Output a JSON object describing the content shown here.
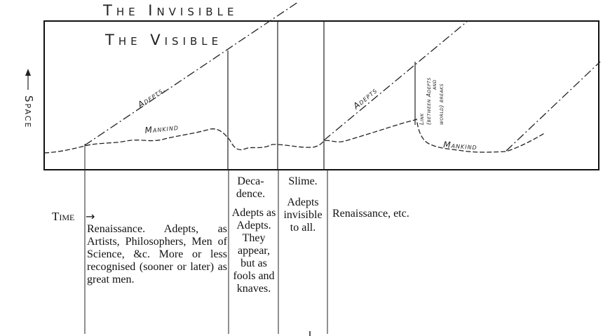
{
  "diagram": {
    "title_invisible": "The Invisible",
    "title_visible": "The Visible",
    "axis_space": "Space",
    "axis_time": "Time",
    "time_arrow": "→",
    "label_adepts_1": "Adepts.",
    "label_mankind_1": "Mankind",
    "label_adepts_2": "Adepts",
    "label_mankind_2": "Mankind",
    "label_link_line1": "Link",
    "label_link_line2": "(between Adepts",
    "label_link_line3": "and",
    "label_link_line4": "world) breaks"
  },
  "columns": {
    "renaissance_1": "Renaissance. Adepts, as Artists, Philosophers, Men of Science, &c. More or less recognised (sooner or later) as great men.",
    "decadence_title": "Deca-dence.",
    "decadence_body": "Adepts as Adepts. They appear, but as fools and knaves.",
    "slime_title": "Slime.",
    "slime_body": "Adepts invisible to all.",
    "renaissance_2": "Renaissance, etc."
  }
}
